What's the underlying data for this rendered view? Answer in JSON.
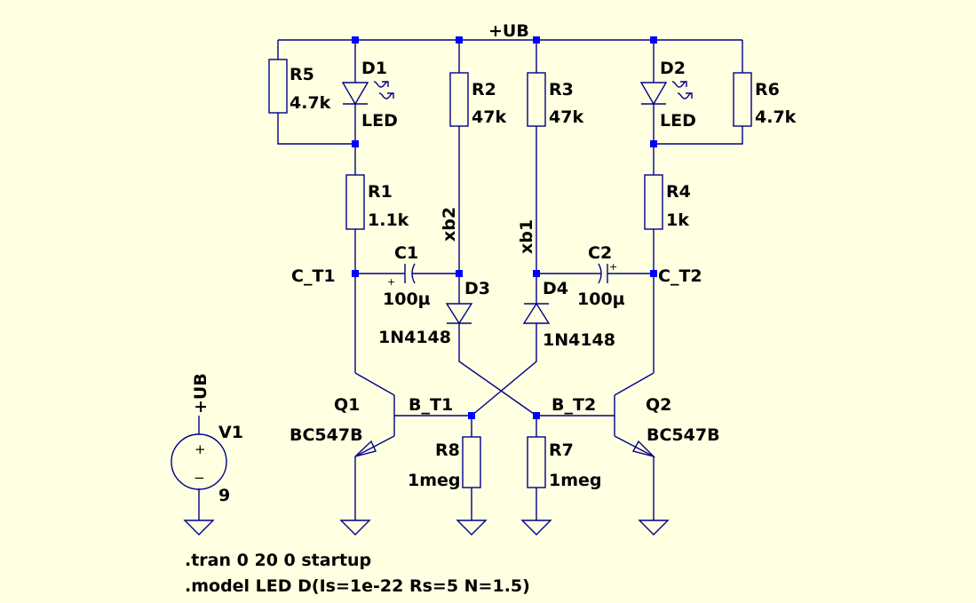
{
  "supply_label": "+UB",
  "nets": {
    "c_t1": "C_T1",
    "c_t2": "C_T2",
    "b_t1": "B_T1",
    "b_t2": "B_T2",
    "xb1": "xb1",
    "xb2": "xb2"
  },
  "components": {
    "R5": {
      "name": "R5",
      "value": "4.7k"
    },
    "R6": {
      "name": "R6",
      "value": "4.7k"
    },
    "D1": {
      "name": "D1",
      "value": "LED"
    },
    "D2": {
      "name": "D2",
      "value": "LED"
    },
    "R2": {
      "name": "R2",
      "value": "47k"
    },
    "R3": {
      "name": "R3",
      "value": "47k"
    },
    "R1": {
      "name": "R1",
      "value": "1.1k"
    },
    "R4": {
      "name": "R4",
      "value": "1k"
    },
    "C1": {
      "name": "C1",
      "value": "100µ"
    },
    "C2": {
      "name": "C2",
      "value": "100µ"
    },
    "D3": {
      "name": "D3",
      "value": "1N4148"
    },
    "D4": {
      "name": "D4",
      "value": "1N4148"
    },
    "Q1": {
      "name": "Q1",
      "value": "BC547B"
    },
    "Q2": {
      "name": "Q2",
      "value": "BC547B"
    },
    "R8": {
      "name": "R8",
      "value": "1meg"
    },
    "R7": {
      "name": "R7",
      "value": "1meg"
    },
    "V1": {
      "name": "V1",
      "value": "9",
      "net": "+UB"
    }
  },
  "capacitor_polarity_mark": "+",
  "source_marks": {
    "plus": "+",
    "minus": "−"
  },
  "directives": [
    ".tran 0 20 0 startup",
    ".model LED D(Is=1e-22 Rs=5 N=1.5)"
  ]
}
